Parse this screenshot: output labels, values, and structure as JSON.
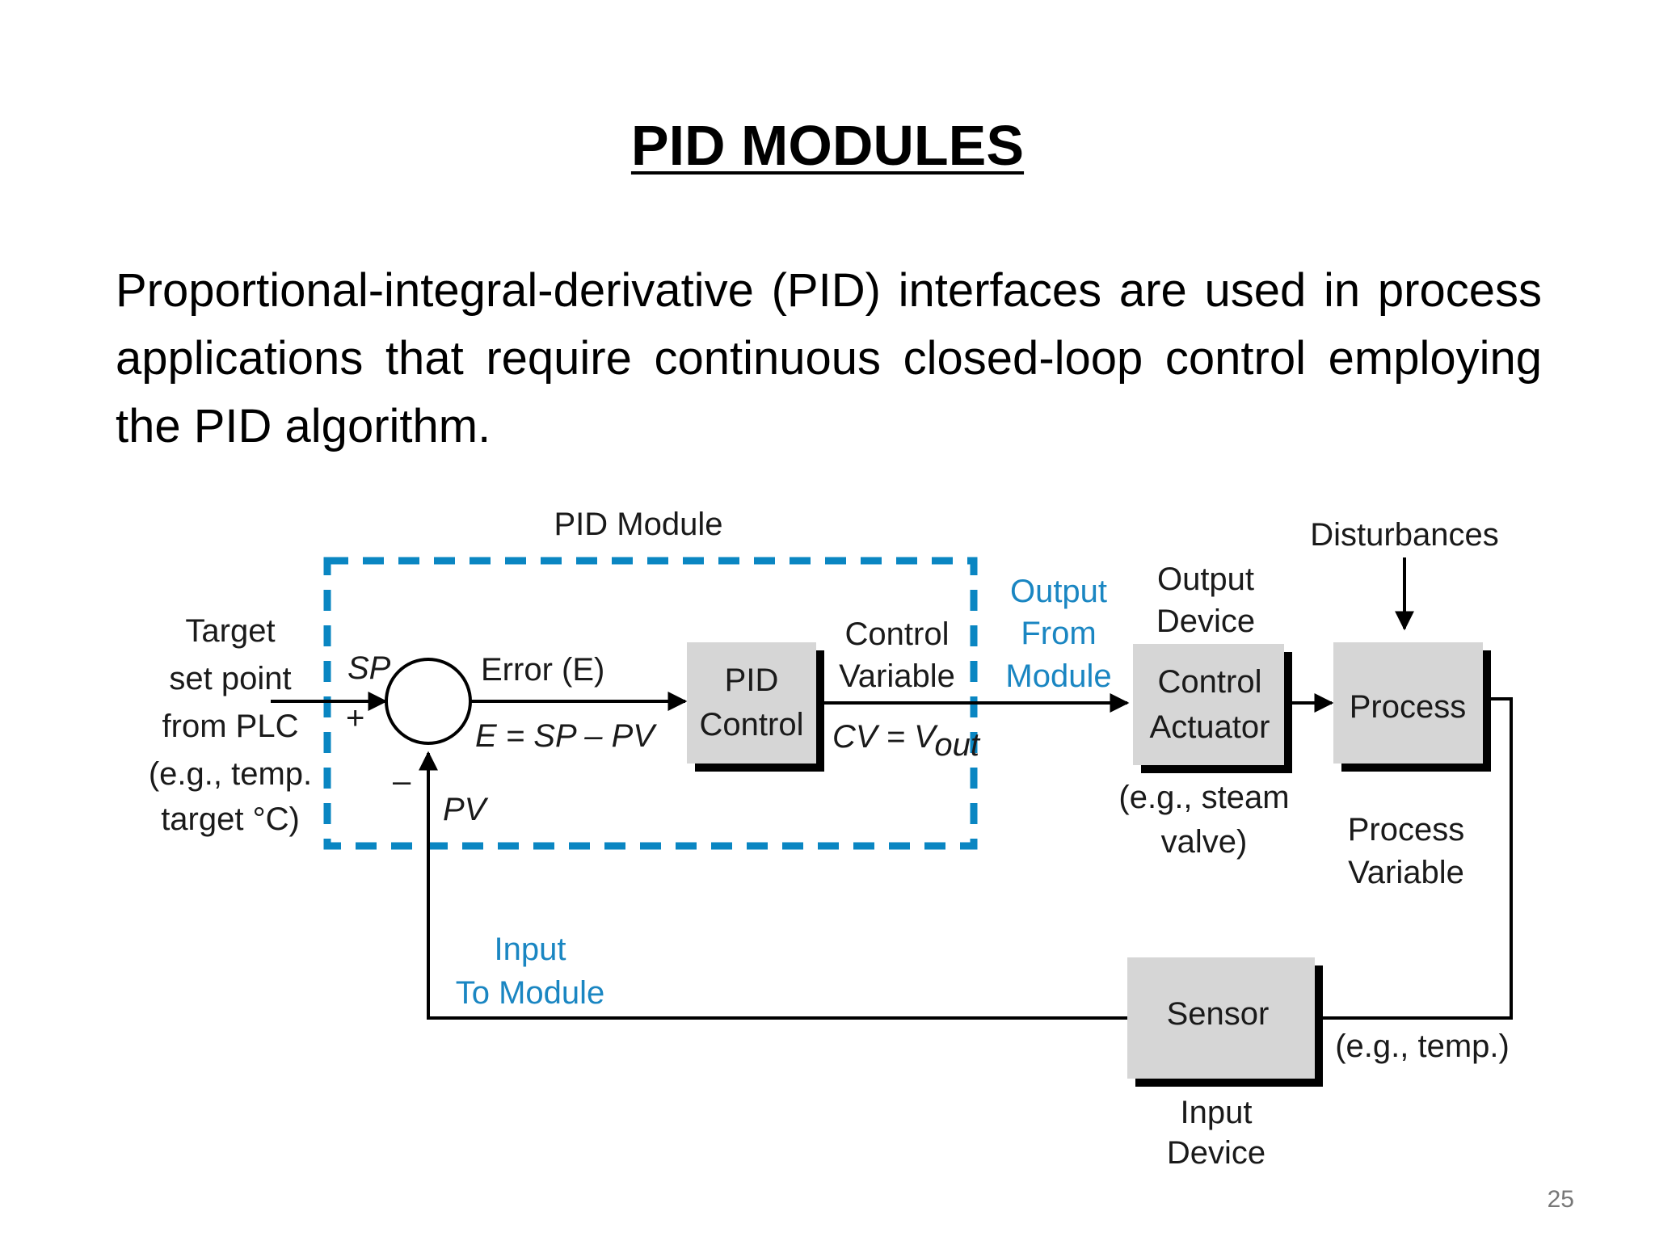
{
  "slide": {
    "title": "PID MODULES",
    "body": "Proportional-integral-derivative (PID) interfaces are used in process applications that require continuous closed-loop control employing the PID algorithm.",
    "page_number": "25"
  },
  "diagram": {
    "pid_module_label": "PID Module",
    "target_lines": [
      "Target",
      "set point",
      "from PLC",
      "(e.g., temp.",
      "target °C)"
    ],
    "sp_label": "SP",
    "plus_sign": "+",
    "minus_sign": "–",
    "pv_label": "PV",
    "error_label": "Error (E)",
    "error_equation": "E = SP – PV",
    "pid_block": [
      "PID",
      "Control"
    ],
    "control_variable": [
      "Control",
      "Variable"
    ],
    "cv_equation": "CV = V",
    "cv_subscript": "out",
    "output_from_module": [
      "Output",
      "From",
      "Module"
    ],
    "output_device": [
      "Output",
      "Device"
    ],
    "actuator_block": [
      "Control",
      "Actuator"
    ],
    "actuator_example": [
      "(e.g., steam",
      "valve)"
    ],
    "disturbances": "Disturbances",
    "process_block": "Process",
    "process_variable": [
      "Process",
      "Variable"
    ],
    "sensor_block": "Sensor",
    "sensor_example": "(e.g., temp.)",
    "input_device": [
      "Input",
      "Device"
    ],
    "input_to_module": [
      "Input",
      "To Module"
    ],
    "colors": {
      "module_border": "#0a86c2",
      "block_fill": "#d6d6d6",
      "block_shadow": "#000000",
      "blue_text": "#1a86c2",
      "line": "#000000"
    }
  }
}
